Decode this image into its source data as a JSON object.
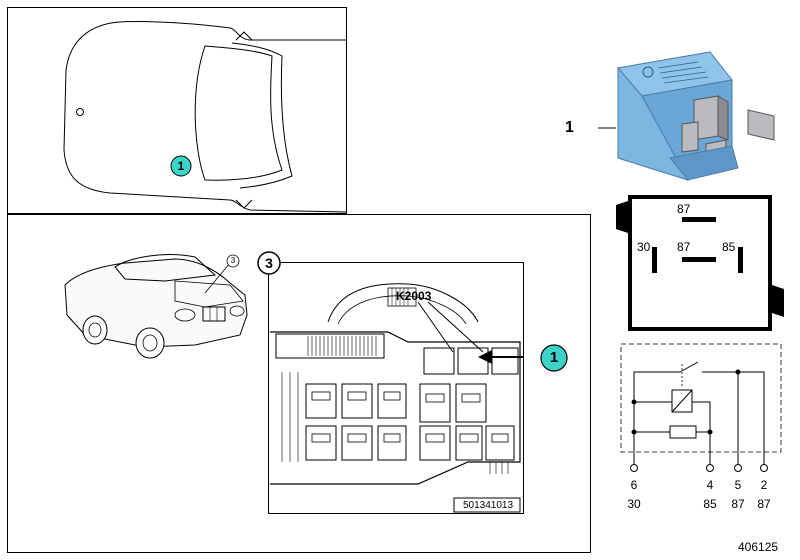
{
  "top_view": {
    "callout": "1"
  },
  "detail_view": {
    "car_callout": "3",
    "inset_label": "3",
    "relay_code": "K2003",
    "callout": "1",
    "part_number": "501341013"
  },
  "relay_part": {
    "label": "1",
    "body_color": "#78b3e0"
  },
  "pin_face": {
    "top_pin": "87",
    "mid_pin": "87",
    "left_pin": "30",
    "right_pin": "85"
  },
  "schematic": {
    "pins": [
      {
        "number": "6",
        "terminal": "30"
      },
      {
        "number": "4",
        "terminal": "85"
      },
      {
        "number": "5",
        "terminal": "87"
      },
      {
        "number": "2",
        "terminal": "87"
      }
    ]
  },
  "diagram_id": "406125",
  "colors": {
    "callout_fill": "#3cd3c8",
    "line": "#000000"
  }
}
